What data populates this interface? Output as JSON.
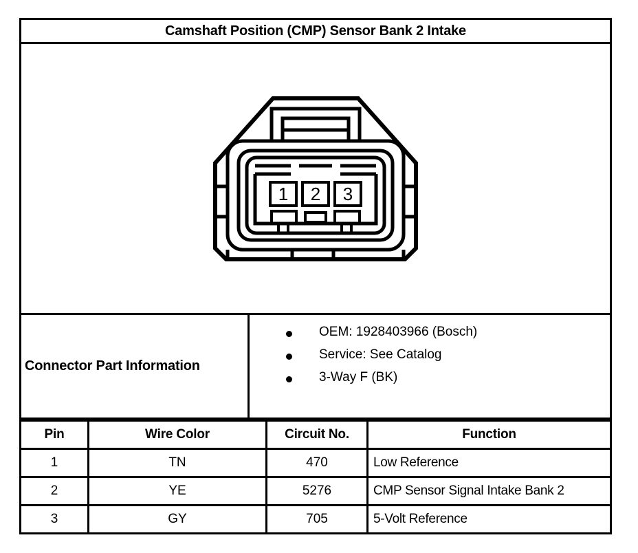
{
  "title": "Camshaft Position (CMP) Sensor Bank 2 Intake",
  "connector_diagram": {
    "type": "connector-face-view",
    "ways": 3,
    "pin_labels": [
      "1",
      "2",
      "3"
    ]
  },
  "part_info": {
    "label": "Connector Part Information",
    "items": [
      "OEM: 1928403966 (Bosch)",
      "Service: See Catalog",
      "3-Way F (BK)"
    ]
  },
  "pin_table": {
    "headers": [
      "Pin",
      "Wire Color",
      "Circuit No.",
      "Function"
    ],
    "rows": [
      {
        "pin": "1",
        "color": "TN",
        "circuit": "470",
        "function": "Low Reference"
      },
      {
        "pin": "2",
        "color": "YE",
        "circuit": "5276",
        "function": "CMP Sensor Signal Intake Bank 2"
      },
      {
        "pin": "3",
        "color": "GY",
        "circuit": "705",
        "function": "5-Volt Reference"
      }
    ]
  },
  "colors": {
    "ink": "#000000",
    "paper": "#ffffff"
  }
}
